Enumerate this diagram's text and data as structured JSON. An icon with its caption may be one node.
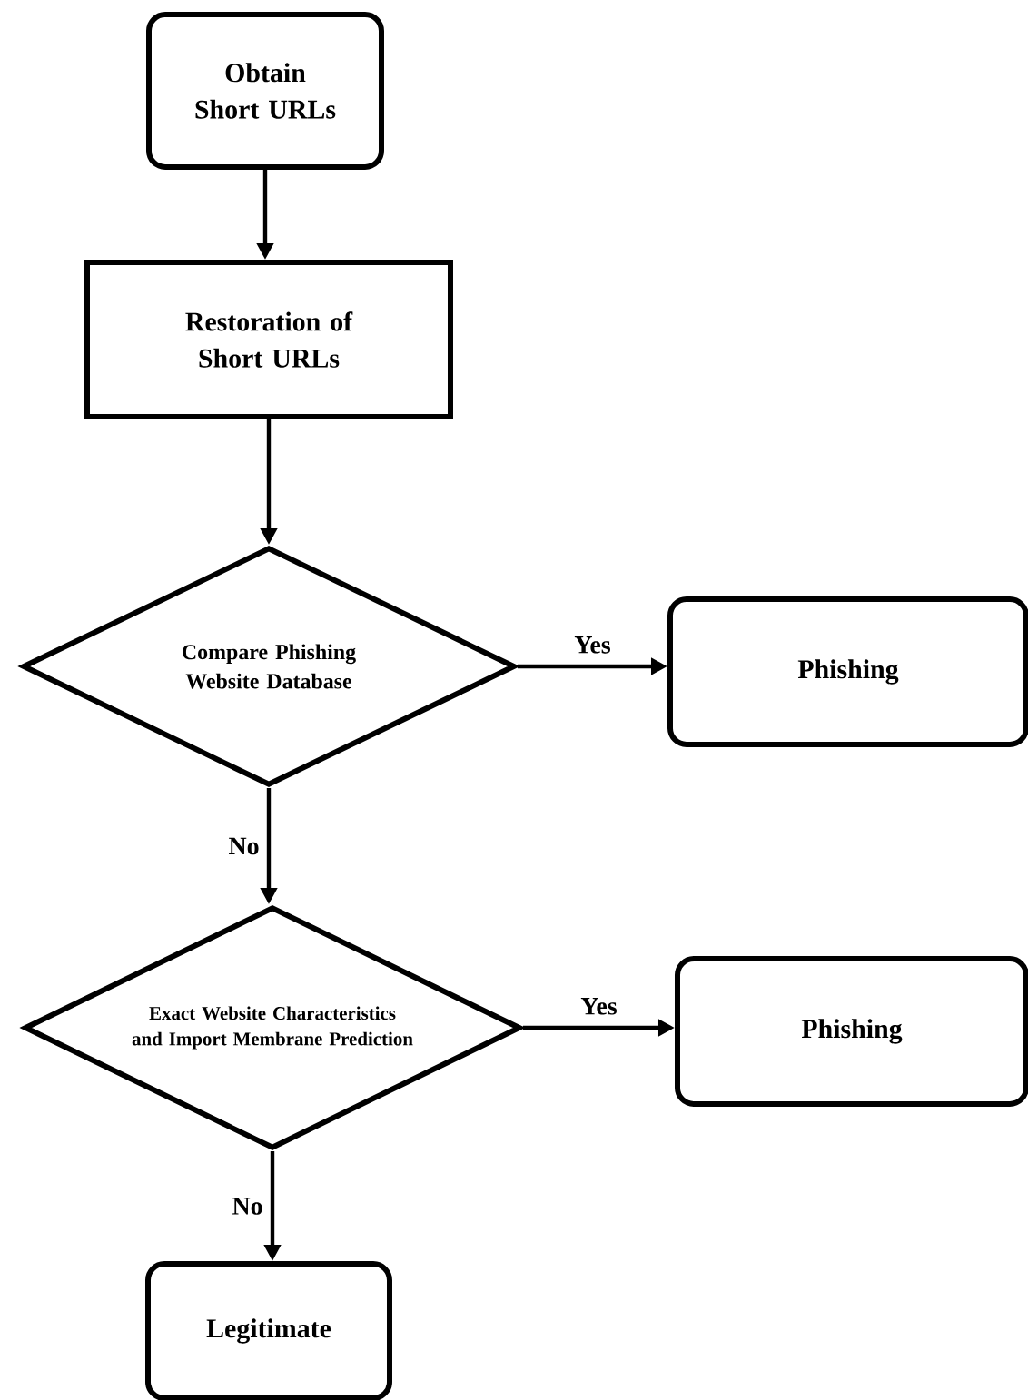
{
  "diagram": {
    "nodes": [
      {
        "text": [
          "Obtain Short URLs"
        ]
      },
      {
        "text": [
          "Restoration of Short URLs"
        ]
      },
      {
        "text": [
          "Compare Phishing Website Database"
        ]
      },
      {
        "text": [
          "Phishing"
        ]
      },
      {
        "text": [
          "Exact Website Characteristics and Import Membrane Prediction"
        ]
      },
      {
        "text": [
          "Phishing"
        ]
      },
      {
        "text": [
          "Legitimate"
        ]
      }
    ],
    "edges": [
      {
        "from": 0,
        "to": 1,
        "arrow": "to"
      },
      {
        "from": 1,
        "to": 2,
        "arrow": "to"
      },
      {
        "from": 2,
        "to": 3,
        "arrow": "to",
        "label": "Yes"
      },
      {
        "from": 2,
        "to": 4,
        "arrow": "to",
        "label": "No"
      },
      {
        "from": 4,
        "to": 5,
        "arrow": "to",
        "label": "Yes"
      },
      {
        "from": 4,
        "to": 6,
        "arrow": "to",
        "label": "No"
      }
    ]
  }
}
